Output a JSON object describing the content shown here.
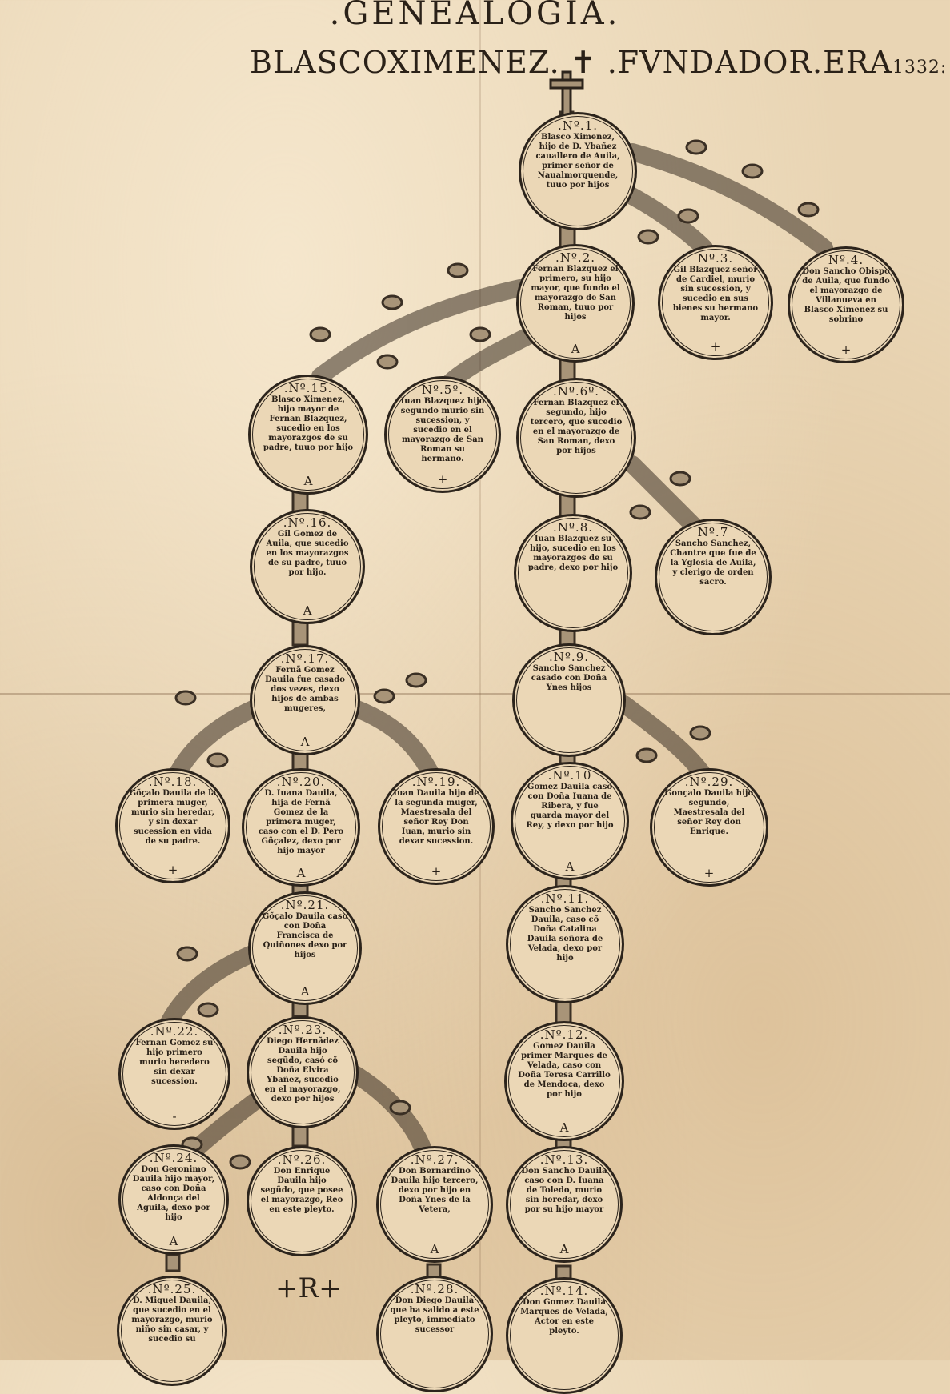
{
  "header": {
    "title": ".GENEALOGIA.",
    "subtitle_main": "BLASCOXIMENEZ. ",
    "subtitle_cross": "✝",
    "subtitle_rest": " .FVNDADOR.ERA",
    "subtitle_year": "1332:"
  },
  "nodes": {
    "n1": {
      "num": ".Nº.1.",
      "text": "Blasco Ximenez, hijo de D. Ybañez cauallero de Auila, primer señor de Naualmorquende, tuuo por hijos",
      "mark": ""
    },
    "n2": {
      "num": ".Nº.2.",
      "text": "Fernan Blazquez el primero, su hijo mayor, que fundo el mayorazgo de San Roman, tuuo por hijos",
      "mark": "A"
    },
    "n3": {
      "num": "Nº.3.",
      "text": "Gil Blazquez señor de Cardiel, murio sin sucession, y sucedio en sus bienes su hermano mayor.",
      "mark": "+"
    },
    "n4": {
      "num": "Nº.4.",
      "text": "Don Sancho Obispo de Auila, que fundo el mayorazgo de Villanueva en Blasco Ximenez su sobrino",
      "mark": "+"
    },
    "n15": {
      "num": ".Nº.15.",
      "text": "Blasco Ximenez, hijo mayor de Fernan Blazquez, sucedio en los mayorazgos de su padre, tuuo por hijo",
      "mark": "A"
    },
    "n5": {
      "num": "Nº.5º.",
      "text": "Iuan Blazquez hijo segundo murio sin sucession, y sucedio en el mayorazgo de San Roman su hermano.",
      "mark": "+"
    },
    "n6": {
      "num": ".Nº.6º.",
      "text": "Fernan Blazquez el segundo, hijo tercero, que sucedio en el mayorazgo de San Roman, dexo por hijos",
      "mark": ""
    },
    "n16": {
      "num": ".Nº.16.",
      "text": "Gil Gomez de Auila, que sucedio en los mayorazgos de su padre, tuuo por hijo.",
      "mark": "A"
    },
    "n8": {
      "num": ".Nº.8.",
      "text": "Iuan Blazquez su hijo, sucedio en los mayorazgos de su padre, dexo por hijo",
      "mark": ""
    },
    "n7": {
      "num": "Nº.7",
      "text": "Sancho Sanchez, Chantre que fue de la Yglesia de Auila, y clerigo de orden sacro.",
      "mark": ""
    },
    "n17": {
      "num": ".Nº.17.",
      "text": "Fernã Gomez Dauila fue casado dos vezes, dexo hijos de ambas mugeres,",
      "mark": "A"
    },
    "n9": {
      "num": ".Nº.9.",
      "text": "Sancho Sanchez casado con Doña Ynes hijos",
      "mark": ""
    },
    "n18": {
      "num": ".Nº.18.",
      "text": "Gõçalo Dauila de la primera muger, murio sin heredar, y sin dexar sucession en vida de su padre.",
      "mark": "+"
    },
    "n20": {
      "num": ".Nº.20.",
      "text": "D. Iuana Dauila, hija de Fernã Gomez de la primera muger, caso con el D. Pero Gõçalez, dexo por hijo mayor",
      "mark": "A"
    },
    "n19": {
      "num": ".Nº.19.",
      "text": "Iuan Dauila hijo de la segunda muger, Maestresala del señor Rey Don Iuan, murio sin dexar sucession.",
      "mark": "+"
    },
    "n10": {
      "num": ".Nº.10",
      "text": "Gomez Dauila caso con Doña Iuana de Ribera, y fue guarda mayor del Rey, y dexo por hijo",
      "mark": "A"
    },
    "n29": {
      "num": ".Nº.29.",
      "text": "Gonçalo Dauila hijo segundo, Maestresala del señor Rey don Enrique.",
      "mark": "+"
    },
    "n21": {
      "num": ".Nº.21.",
      "text": "Gõçalo Dauila caso con Doña Francisca de Quiñones dexo por hijos",
      "mark": "A"
    },
    "n11": {
      "num": ".Nº.11.",
      "text": "Sancho Sanchez Dauila, caso cõ Doña Catalina Dauila señora de Velada, dexo por hijo",
      "mark": ""
    },
    "n22": {
      "num": ".Nº.22.",
      "text": "Fernan Gomez su hijo primero murio heredero sin dexar sucession.",
      "mark": "-"
    },
    "n23": {
      "num": ".Nº.23.",
      "text": "Diego Hernãdez Dauila hijo segũdo, casó cõ Doña Elvira Ybañez, sucedio en el mayorazgo, dexo por hijos",
      "mark": ""
    },
    "n12": {
      "num": ".Nº.12.",
      "text": "Gomez Dauila primer Marques de Velada, caso con Doña Teresa Carrillo de Mendoça, dexo por hijo",
      "mark": "A"
    },
    "n24": {
      "num": ".Nº.24.",
      "text": "Don Geronimo Dauila hijo mayor, caso con Doña Aldonça del Aguila, dexo por hijo",
      "mark": "A"
    },
    "n26": {
      "num": ".Nº.26.",
      "text": "Don Enrique Dauila hijo segũdo, que posee el mayorazgo, Reo en este pleyto.",
      "mark": ""
    },
    "n27": {
      "num": ".Nº.27.",
      "text": "Don Bernardino Dauila hijo tercero, dexo por hijo en Doña Ynes de la Vetera,",
      "mark": "A"
    },
    "n13": {
      "num": ".Nº.13.",
      "text": "Don Sancho Dauila caso con D. Iuana de Toledo, murio sin heredar, dexo por su hijo mayor",
      "mark": "A"
    },
    "n25": {
      "num": ".Nº.25.",
      "text": "D. Miguel Dauila, que sucedio en el mayorazgo, murio niño sin casar, y sucedio su",
      "mark": ""
    },
    "n28": {
      "num": ".Nº.28.",
      "text": "Don Diego Dauila que ha salido a este pleyto, immediato sucessor",
      "mark": ""
    },
    "n14": {
      "num": ".Nº.14.",
      "text": "Don Gomez Dauila Marques de Velada, Actor en este pleyto.",
      "mark": ""
    }
  },
  "r_mark": "+R+"
}
